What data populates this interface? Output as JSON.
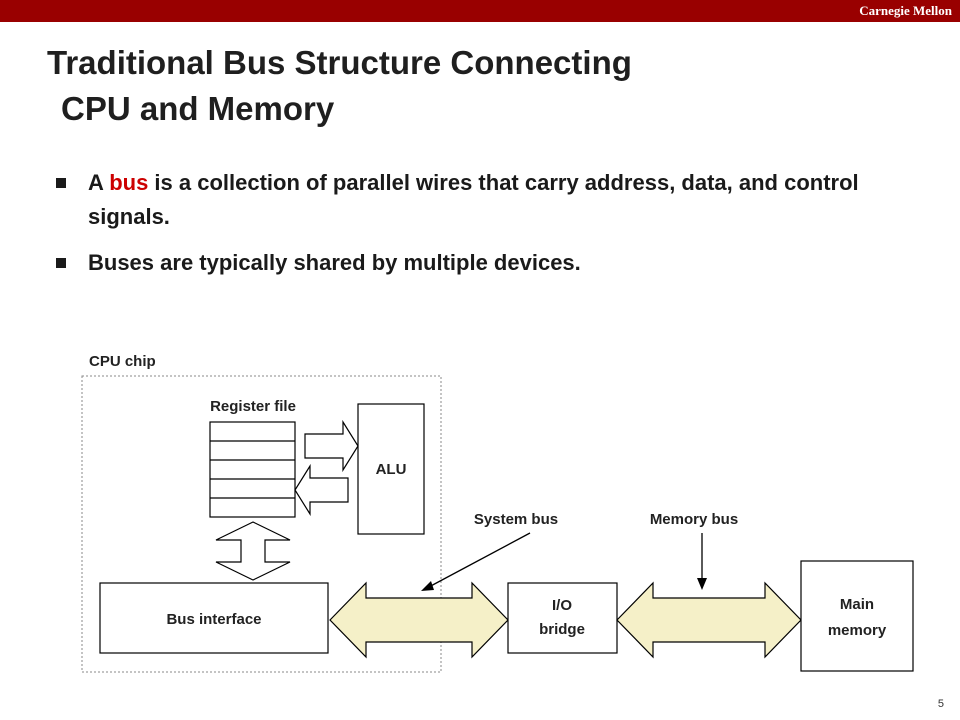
{
  "header": {
    "brand": "Carnegie Mellon"
  },
  "slide": {
    "title_line1": "Traditional Bus Structure Connecting",
    "title_line2": "CPU and Memory",
    "bullets": [
      {
        "pre": "A ",
        "highlight": "bus",
        "post": " is a collection of parallel wires that carry address, data, and control signals."
      },
      {
        "text": "Buses are typically shared by multiple devices."
      }
    ],
    "page_number": "5"
  },
  "diagram": {
    "cpu_chip": "CPU chip",
    "register_file": "Register file",
    "alu": "ALU",
    "bus_interface": "Bus interface",
    "io_bridge_line1": "I/O",
    "io_bridge_line2": "bridge",
    "main_memory_line1": "Main",
    "main_memory_line2": "memory",
    "system_bus": "System bus",
    "memory_bus": "Memory bus"
  },
  "colors": {
    "accent": "#990000",
    "highlight": "#cc0000",
    "bus_fill": "#f5f0c8"
  }
}
